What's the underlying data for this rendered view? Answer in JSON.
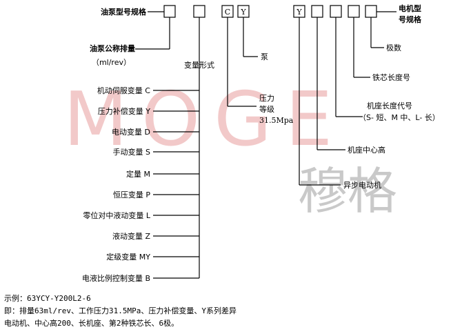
{
  "watermark": {
    "latin": "MOGE",
    "chinese": "穆格"
  },
  "pump": {
    "spec_label": "油泵型号规格",
    "displacement_label": "油泵公称排量",
    "displacement_unit": "（ml/rev）",
    "variable_type_label": "变量形式",
    "cy_box_1": "C",
    "cy_box_2": "Y",
    "pump_label": "泵",
    "pressure_line1": "压力",
    "pressure_line2": "等级",
    "pressure_line3": "31.5Mpa",
    "variable_types": [
      "机动伺服变量 C",
      "压力补偿变量 Y",
      "电动变量 D",
      "手动变量 S",
      "定量 M",
      "恒压变量 P",
      "零位对中液动变量 L",
      "液动变量 Z",
      "定级变量 MY",
      "电液比例控制变量 B"
    ]
  },
  "motor": {
    "spec_label_line1": "电机型",
    "spec_label_line2": "号规格",
    "y_box": "Y",
    "poles_label": "极数",
    "core_length_label": "铁芯长度号",
    "frame_length_label": "机座长度代号",
    "frame_length_detail": "（S- 短、M 中、L- 长）",
    "center_height_label": "机座中心高",
    "async_label": "异步电动机"
  },
  "example": {
    "line1": "示例：63YCY-Y200L2-6",
    "line2": "即：排量63ml/rev、工作压力31.5MPa、压力补偿变量、Y系列差异",
    "line3": "电动机、中心高200、长机座、第2种铁芯长、6极。"
  }
}
